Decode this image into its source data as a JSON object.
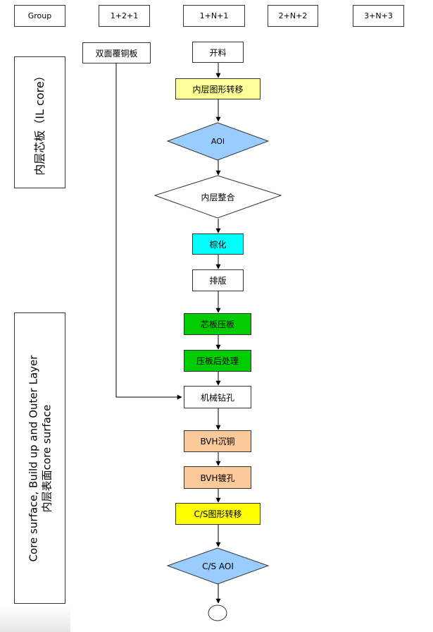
{
  "header": {
    "group": "Group",
    "c1": "1+2+1",
    "c2": "1+N+1",
    "c3": "2+N+2",
    "c4": "3+N+3"
  },
  "side": {
    "il_core": "内层芯板（IL core）",
    "outer_line1": "Core surface, Build up and Outer Layer",
    "outer_line2": "内层表面core surface"
  },
  "left_flow": {
    "double_clad": "双面覆铜板"
  },
  "flow": {
    "cut": "开料",
    "inner_pattern": "内层图形转移",
    "aoi": "AOI",
    "inner_integration": "内层整合",
    "brown_oxide": "棕化",
    "layup": "排版",
    "core_press": "芯板压板",
    "post_press": "压板后处理",
    "mech_drill": "机械钻孔",
    "bvh_pth": "BVH沉铜",
    "bvh_plate": "BVH镀孔",
    "cs_pattern": "C/S图形转移",
    "cs_aoi": "C/S AOI"
  },
  "colors": {
    "light_yellow": "#ffff99",
    "diamond_blue": "#99ccff",
    "cyan": "#00ffff",
    "green": "#00cc00",
    "peach": "#fcc99a",
    "yellow": "#ffff00"
  }
}
